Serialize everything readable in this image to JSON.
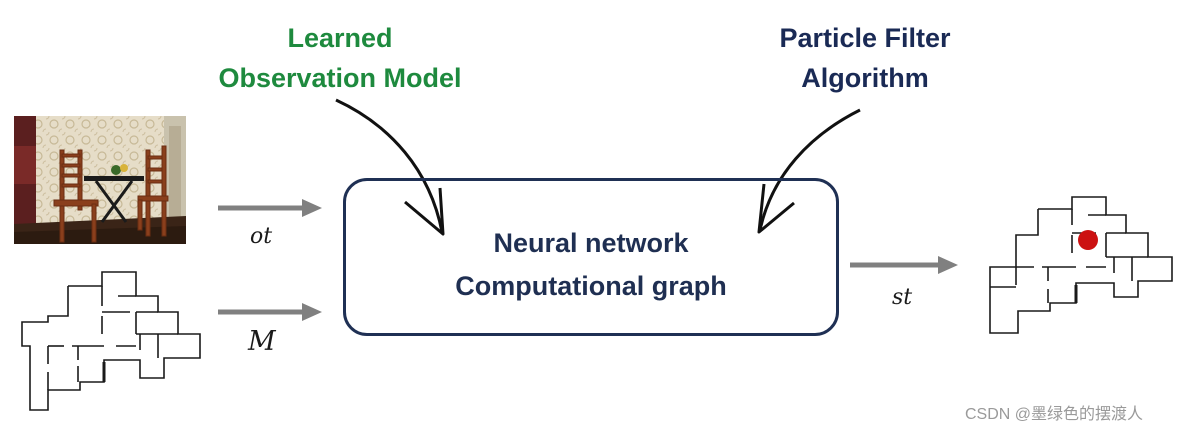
{
  "diagram": {
    "top_labels": {
      "learned_model_line1": "Learned",
      "learned_model_line2": "Observation Model",
      "particle_filter_line1": "Particle Filter",
      "particle_filter_line2": "Algorithm"
    },
    "central_box": {
      "line1": "Neural network",
      "line2": "Computational graph"
    },
    "inputs": {
      "observation_label": "ot",
      "map_label": "M"
    },
    "output": {
      "state_label": "st"
    },
    "colors": {
      "learned_label": "#1e8a3e",
      "particle_label": "#1a2a55",
      "box_border": "#1f3054",
      "flow_arrows": "#808080",
      "robot_marker": "#cc1111"
    }
  },
  "watermark": "CSDN @墨绿色的摆渡人"
}
